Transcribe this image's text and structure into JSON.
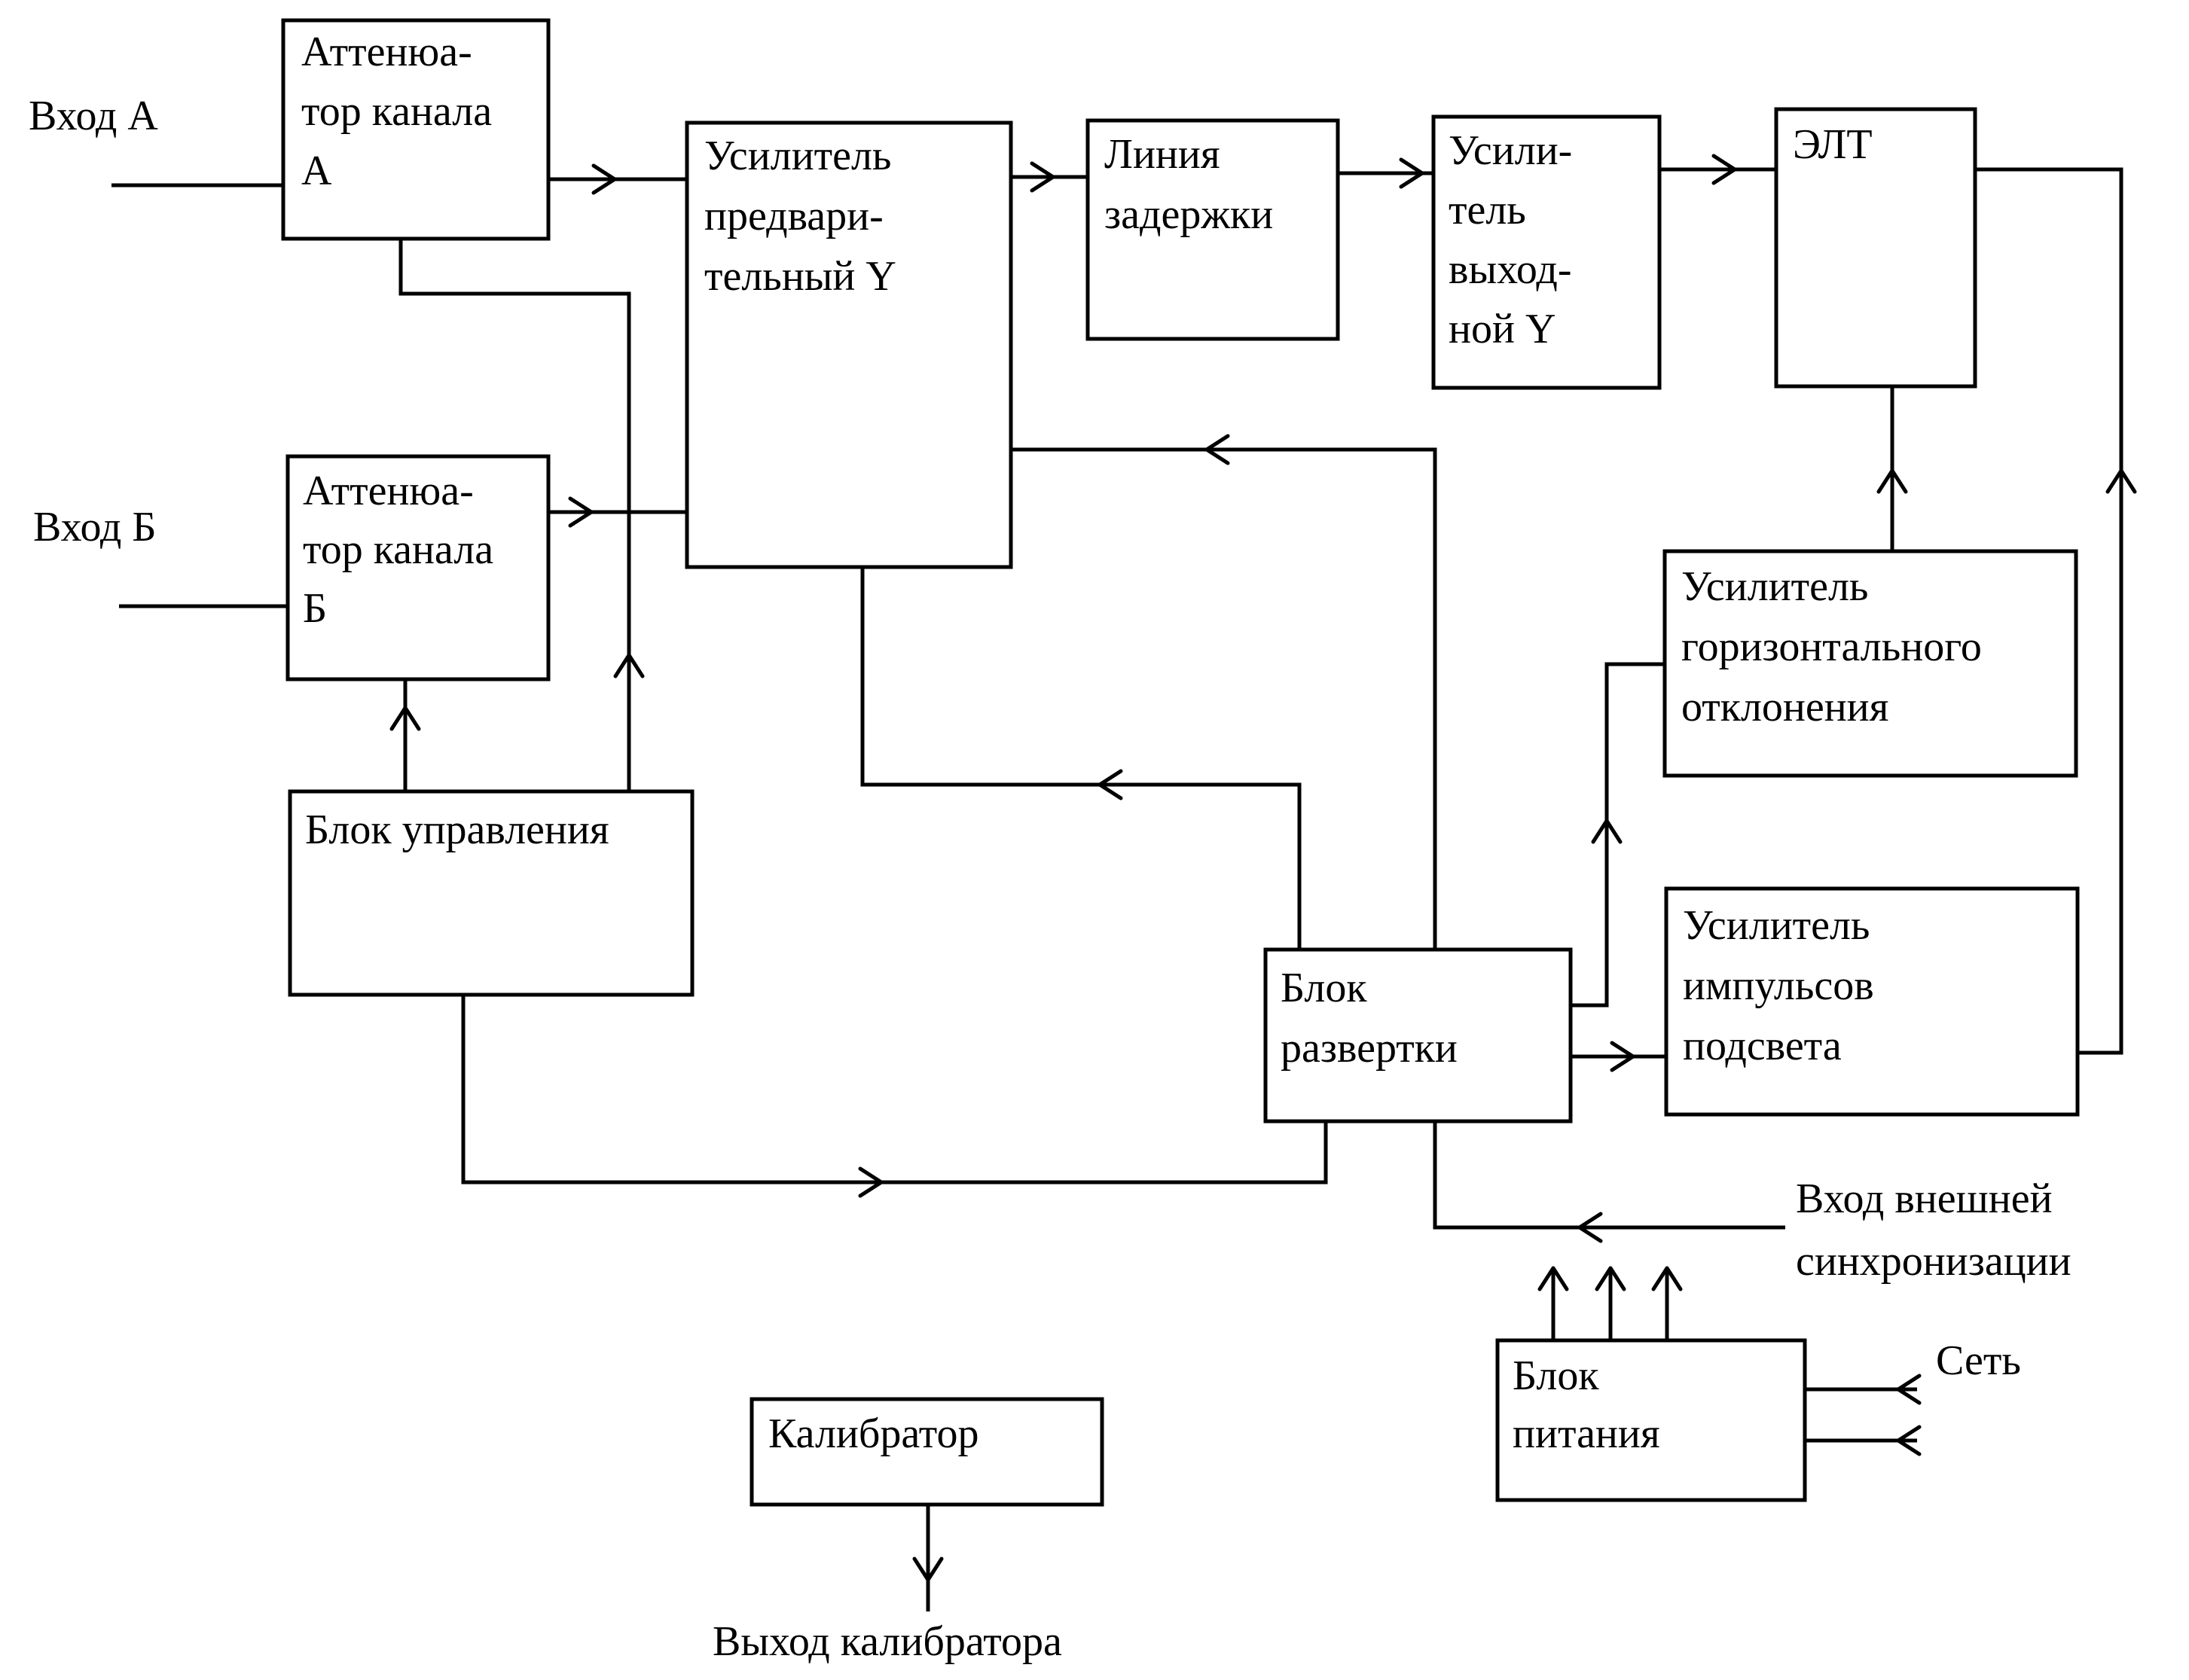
{
  "blocks": {
    "att_a": [
      "Аттенюа-",
      "тор канала",
      "А"
    ],
    "att_b": [
      "Аттенюа-",
      "тор канала",
      "Б"
    ],
    "preamp": [
      "Усилитель",
      "предвари-",
      "тельный Y"
    ],
    "delay": [
      "Линия",
      "задержки"
    ],
    "outamp": [
      "Усили-",
      "тель",
      "выход-",
      "ной Y"
    ],
    "crt": [
      "ЭЛТ"
    ],
    "hamp": [
      "Усилитель",
      "горизонтального",
      "отклонения"
    ],
    "control": [
      "Блок управления"
    ],
    "sweep": [
      "Блок",
      "развертки"
    ],
    "unblank": [
      "Усилитель",
      "импульсов",
      "подсвета"
    ],
    "power": [
      "Блок",
      "питания"
    ],
    "calibrator": [
      "Калибратор"
    ]
  },
  "labels": {
    "input_a": "Вход А",
    "input_b": "Вход Б",
    "ext_sync": [
      "Вход внешней",
      "синхронизации"
    ],
    "mains": "Сеть",
    "cal_out": "Выход калибратора"
  },
  "colors": {
    "ink": "#000000",
    "paper": "#ffffff"
  }
}
